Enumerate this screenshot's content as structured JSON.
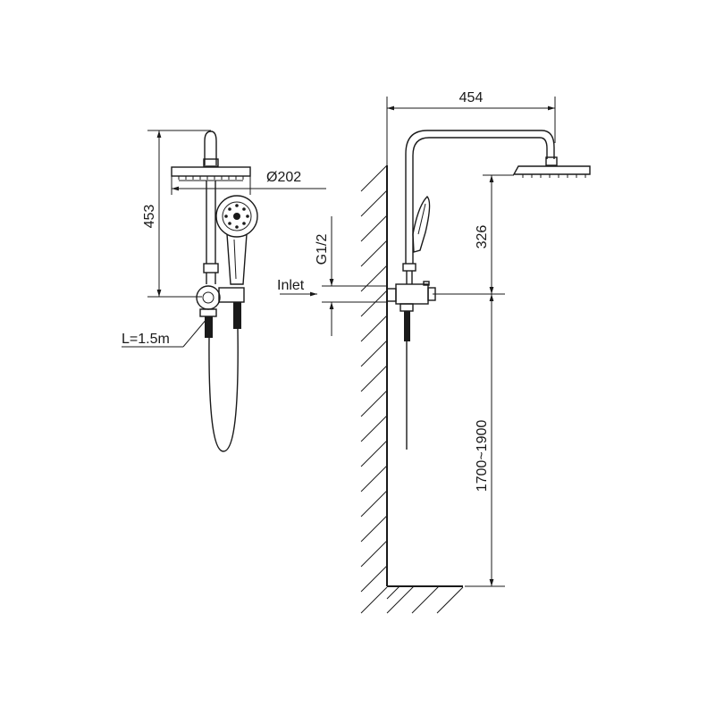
{
  "labels": {
    "height_453": "453",
    "diameter": "Ø202",
    "hose_length": "L=1.5m",
    "width_454": "454",
    "thread": "G1/2",
    "inlet": "Inlet",
    "height_326": "326",
    "install_height": "1700~1900"
  }
}
